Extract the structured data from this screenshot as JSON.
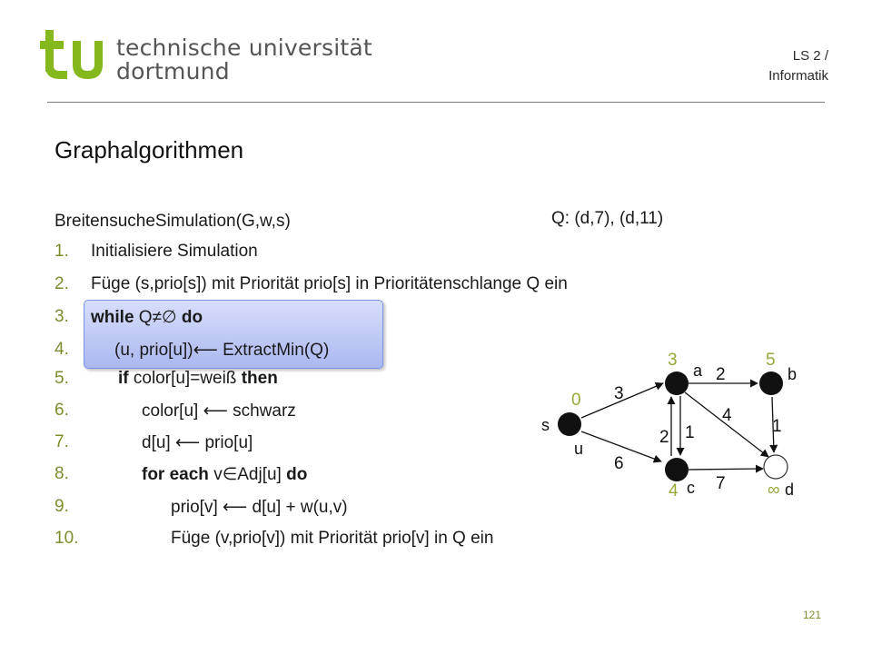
{
  "header": {
    "logo_line1": "technische universität",
    "logo_line2": "dortmund",
    "chair_line1": "LS 2 /",
    "chair_line2": "Informatik"
  },
  "slide": {
    "title": "Graphalgorithmen",
    "queue": "Q: (d,7), (d,11)",
    "procedure": "BreitensucheSimulation(G,w,s)",
    "lines": [
      {
        "num": "1.",
        "text": "Initialisiere Simulation"
      },
      {
        "num": "2.",
        "text": "Füge (s,prio[s]) mit Priorität prio[s] in Prioritätenschlange Q ein"
      },
      {
        "num": "3.",
        "kw1": "while",
        "mid": " Q≠∅ ",
        "kw2": "do"
      },
      {
        "num": "4.",
        "text": "(u, prio[u])⟵ ExtractMin(Q)"
      },
      {
        "num": "5.",
        "kw1": "if",
        "mid": " color[u]=weiß ",
        "kw2": "then"
      },
      {
        "num": "6.",
        "text": "color[u] ⟵ schwarz"
      },
      {
        "num": "7.",
        "text": "d[u] ⟵ prio[u]"
      },
      {
        "num": "8.",
        "kw1": "for each",
        "mid": " v∈Adj[u] ",
        "kw2": "do"
      },
      {
        "num": "9.",
        "text": "prio[v] ⟵ d[u] + w(u,v)"
      },
      {
        "num": "10.",
        "text": "Füge (v,prio[v]) mit Priorität prio[v] in Q ein"
      }
    ],
    "page_number": "121"
  },
  "graph": {
    "colors": {
      "accent": "#9aa83a",
      "node": "#111111",
      "edge": "#111111"
    },
    "nodes": {
      "s": {
        "name": "s",
        "role": "u",
        "prio": "0"
      },
      "a": {
        "name": "a",
        "prio": "3"
      },
      "b": {
        "name": "b",
        "prio": "5"
      },
      "c": {
        "name": "c",
        "prio": "4"
      },
      "d": {
        "name": "d",
        "prio": "∞"
      }
    },
    "edges": [
      {
        "from": "s",
        "to": "a",
        "weight": "3"
      },
      {
        "from": "s",
        "to": "c",
        "weight": "6"
      },
      {
        "from": "a",
        "to": "b",
        "weight": "2"
      },
      {
        "from": "a",
        "to": "d",
        "weight": "4"
      },
      {
        "from": "a",
        "to": "c",
        "weight": "1"
      },
      {
        "from": "c",
        "to": "a",
        "weight": "2"
      },
      {
        "from": "b",
        "to": "d",
        "weight": "1"
      },
      {
        "from": "c",
        "to": "d",
        "weight": "7"
      }
    ]
  }
}
